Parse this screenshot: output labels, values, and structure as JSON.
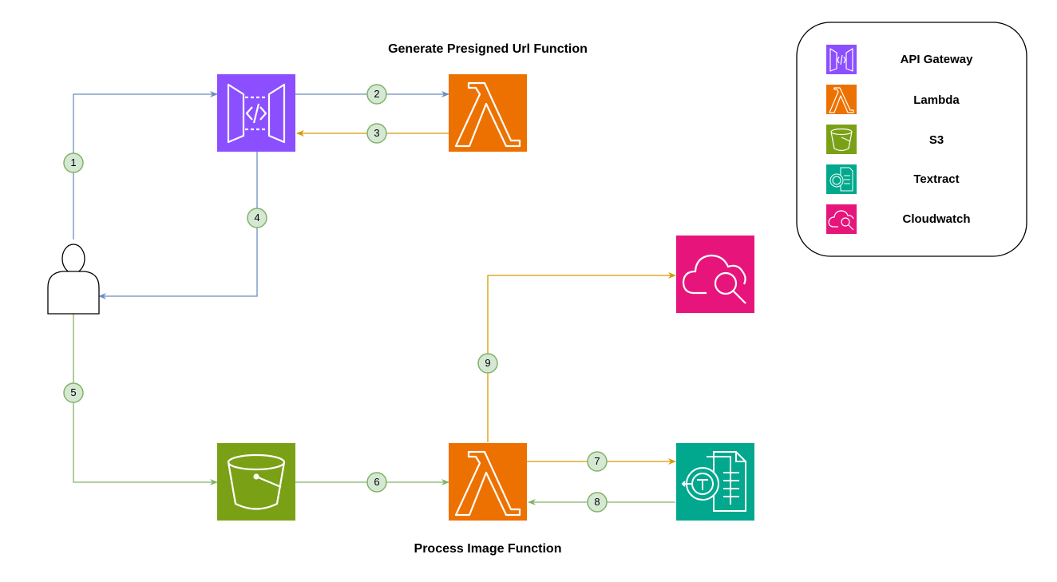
{
  "titles": {
    "top": "Generate Presigned Url Function",
    "bottom": "Process Image Function"
  },
  "legend": {
    "items": [
      {
        "label": "API Gateway",
        "icon": "api-gateway-icon",
        "color": "#8C4FFF"
      },
      {
        "label": "Lambda",
        "icon": "lambda-icon",
        "color": "#ED7100"
      },
      {
        "label": "S3",
        "icon": "s3-bucket-icon",
        "color": "#7AA116"
      },
      {
        "label": "Textract",
        "icon": "textract-icon",
        "color": "#01A88D"
      },
      {
        "label": "Cloudwatch",
        "icon": "cloudwatch-icon",
        "color": "#E7157B"
      }
    ]
  },
  "nodes": {
    "user": {
      "icon": "user-icon"
    },
    "api_gateway": {
      "icon": "api-gateway-icon",
      "color": "#8C4FFF"
    },
    "lambda_presign": {
      "icon": "lambda-icon",
      "color": "#ED7100"
    },
    "s3": {
      "icon": "s3-bucket-icon",
      "color": "#7AA116"
    },
    "lambda_process": {
      "icon": "lambda-icon",
      "color": "#ED7100"
    },
    "textract": {
      "icon": "textract-icon",
      "color": "#01A88D"
    },
    "cloudwatch": {
      "icon": "cloudwatch-icon",
      "color": "#E7157B"
    }
  },
  "steps": [
    "1",
    "2",
    "3",
    "4",
    "5",
    "6",
    "7",
    "8",
    "9"
  ],
  "colors": {
    "blue_edge": "#6C8EBF",
    "orange_edge": "#D79B00",
    "green_edge": "#82B366",
    "step_fill": "#D5E8D4",
    "step_stroke": "#82B366"
  }
}
